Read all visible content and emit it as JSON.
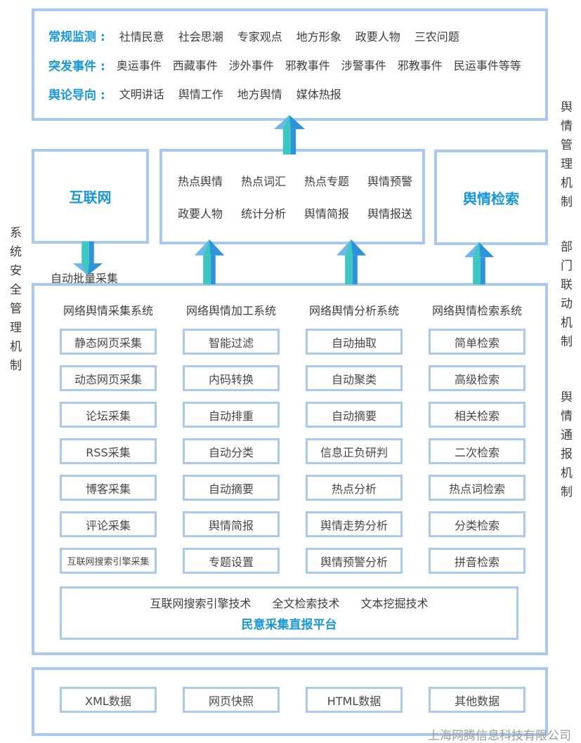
{
  "page": {
    "company_watermark": "上海网腾信息科技有限公司"
  },
  "side_labels": {
    "left": "系统安全管理机制",
    "right": [
      "舆情管理机制",
      "部门联动机制",
      "舆情通报机制"
    ]
  },
  "top_box": {
    "rows": [
      {
        "label": "常规监测 :",
        "items": [
          "社情民意",
          "社会思潮",
          "专家观点",
          "地方形象",
          "政要人物",
          "三农问题"
        ]
      },
      {
        "label": "突发事件 :",
        "items": [
          "奥运事件",
          "西藏事件",
          "涉外事件",
          "邪教事件",
          "涉警事件",
          "邪教事件",
          "民运事件等等"
        ]
      },
      {
        "label": "舆论导向 :",
        "items": [
          "文明讲话",
          "舆情工作",
          "地方舆情",
          "媒体热报"
        ]
      }
    ]
  },
  "middle_row": {
    "internet_label": "互联网",
    "auto_collect_label": "自动批量采集",
    "center_rows": [
      [
        "热点舆情",
        "热点词汇",
        "热点专题",
        "舆情预警"
      ],
      [
        "政要人物",
        "统计分析",
        "舆情简报",
        "舆情报送"
      ]
    ],
    "search_label": "舆情检索"
  },
  "main_box": {
    "columns": [
      {
        "title": "网络舆情采集系统",
        "items": [
          "静态网页采集",
          "动态网页采集",
          "论坛采集",
          "RSS采集",
          "博客采集",
          "评论采集",
          "互联网搜索引擎采集"
        ]
      },
      {
        "title": "网络舆情加工系统",
        "items": [
          "智能过滤",
          "内码转换",
          "自动排重",
          "自动分类",
          "自动摘要",
          "舆情简报",
          "专题设置"
        ]
      },
      {
        "title": "网络舆情分析系统",
        "items": [
          "自动抽取",
          "自动聚类",
          "自动摘要",
          "信息正负研判",
          "热点分析",
          "舆情走势分析",
          "舆情预警分析"
        ]
      },
      {
        "title": "网络舆情检索系统",
        "items": [
          "简单检索",
          "高级检索",
          "相关检索",
          "二次检索",
          "热点词检索",
          "分类检索",
          "拼音检索"
        ]
      }
    ],
    "platform": {
      "technologies": [
        "互联网搜索引擎技术",
        "全文检索技术",
        "文本挖掘技术"
      ],
      "title": "民意采集直报平台"
    }
  },
  "bottom_box": {
    "items": [
      "XML数据",
      "网页快照",
      "HTML数据",
      "其他数据"
    ]
  },
  "icons": {
    "up_arrow": "two-tone-up-arrow",
    "down_arrow": "two-tone-down-arrow"
  },
  "colors": {
    "box_border": "#a9c9ee",
    "accent_blue": "#1a97d6",
    "arrow_light": "#6cb8ea",
    "arrow_teal": "#3cc7c3",
    "arrow_dark": "#2e93d8",
    "text_dark": "#3d3d3d",
    "watermark_gray": "#9b9b9b"
  }
}
